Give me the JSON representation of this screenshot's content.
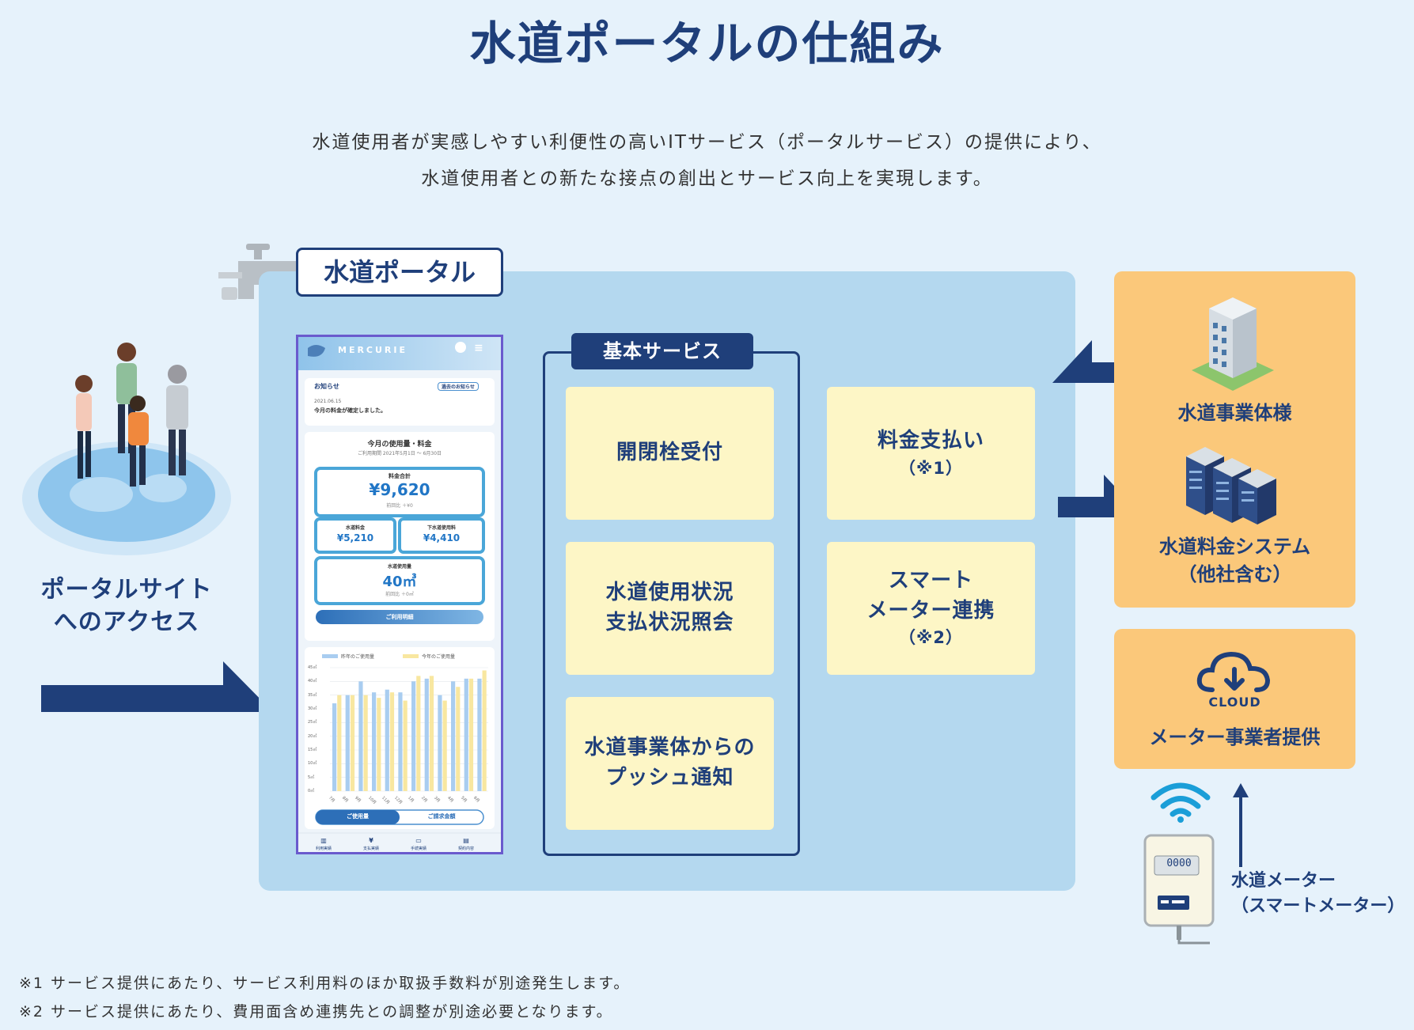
{
  "header": {
    "title": "水道ポータルの仕組み",
    "lead_line1": "水道使用者が実感しやすい利便性の高いITサービス（ポータルサービス）の提供により、",
    "lead_line2": "水道使用者との新たな接点の創出とサービス向上を実現します。"
  },
  "portal": {
    "label": "水道ポータル"
  },
  "access": {
    "line1": "ポータルサイト",
    "line2": "へのアクセス"
  },
  "phone": {
    "app_name": "MERCURIE",
    "notice_title": "お知らせ",
    "notice_button": "過去のお知らせ",
    "notice_date": "2021.06.15",
    "notice_text": "今月の料金が確定しました。",
    "usage_title": "今月の使用量・料金",
    "usage_period": "ご利用期間 2021年5月1日 ～ 6月30日",
    "total_label": "料金合計",
    "total_value": "¥9,620",
    "total_sub": "前回比 ＋¥0",
    "water_label": "水道料金",
    "water_value": "¥5,210",
    "sewer_label": "下水道使用料",
    "sewer_value": "¥4,410",
    "volume_label": "水道使用量",
    "volume_value": "40㎥",
    "volume_sub": "前回比 ＋0㎥",
    "detail_button": "ご利用明細",
    "legend_prev": "昨年のご使用量",
    "legend_curr": "今年のご使用量",
    "y_ticks": [
      "45㎥",
      "40㎥",
      "35㎥",
      "30㎥",
      "25㎥",
      "20㎥",
      "15㎥",
      "10㎥",
      "5㎥",
      "0㎥"
    ],
    "x_ticks": [
      "7月",
      "8月",
      "9月",
      "10月",
      "11月",
      "12月",
      "1月",
      "2月",
      "3月",
      "4月",
      "5月",
      "6月"
    ],
    "tab_usage": "ご使用量",
    "tab_billing": "ご請求金額",
    "nav": [
      "利用実績",
      "支払実績",
      "手続実績",
      "契約内容"
    ]
  },
  "chart_data": {
    "type": "bar",
    "categories": [
      "7月",
      "8月",
      "9月",
      "10月",
      "11月",
      "12月",
      "1月",
      "2月",
      "3月",
      "4月",
      "5月",
      "6月"
    ],
    "series": [
      {
        "name": "昨年のご使用量",
        "values": [
          32,
          35,
          40,
          36,
          37,
          36,
          40,
          41,
          35,
          40,
          41,
          41
        ]
      },
      {
        "name": "今年のご使用量",
        "values": [
          35,
          35,
          35,
          34,
          36,
          33,
          42,
          42,
          33,
          38,
          41,
          44
        ]
      }
    ],
    "ylim": [
      0,
      45
    ],
    "colors": [
      "#a9cdf0",
      "#f8e7a0"
    ]
  },
  "services": {
    "tab_label": "基本サービス",
    "s1": "開閉栓受付",
    "s2_line1": "料金支払い",
    "s2_note": "（※1）",
    "s3_line1": "水道使用状況",
    "s3_line2": "支払状況照会",
    "s4_line1": "スマート",
    "s4_line2": "メーター連携",
    "s4_note": "（※2）",
    "s5_line1": "水道事業体からの",
    "s5_line2": "プッシュ通知"
  },
  "right": {
    "utility_label": "水道事業体様",
    "billing_line1": "水道料金システム",
    "billing_line2": "（他社含む）",
    "cloud_text": "CLOUD",
    "meter_vendor": "メーター事業者提供",
    "meter_line1": "水道メーター",
    "meter_line2": "（スマートメーター）",
    "meter_display": "0000"
  },
  "footnotes": {
    "n1": "※1 サービス提供にあたり、サービス利用料のほか取扱手数料が別途発生します。",
    "n2": "※2 サービス提供にあたり、費用面含め連携先との調整が別途必要となります。"
  },
  "colors": {
    "navy": "#1f3f7a",
    "panel": "#b4d8ef",
    "service": "#fdf6c6",
    "orange": "#fbc87a",
    "background": "#e6f2fb"
  }
}
